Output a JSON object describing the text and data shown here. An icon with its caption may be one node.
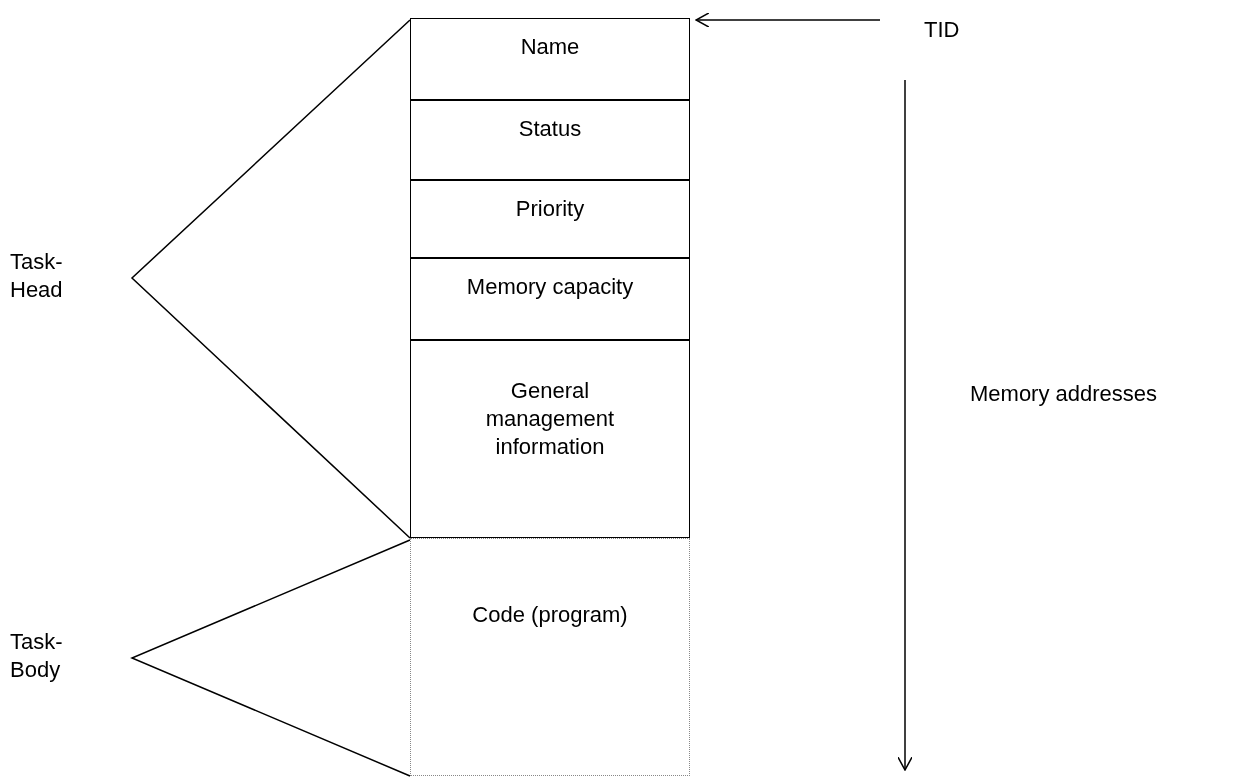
{
  "diagram": {
    "nodes": [
      {
        "text": [
          "Name"
        ]
      },
      {
        "text": [
          "Status"
        ]
      },
      {
        "text": [
          "Priority"
        ]
      },
      {
        "text": [
          "Memory capacity"
        ]
      },
      {
        "text": [
          "General management information"
        ]
      },
      {
        "text": [
          "Code (program)"
        ]
      },
      {
        "text": [
          "TID"
        ]
      }
    ],
    "edges": [
      {
        "from": 6,
        "to": 0,
        "arrow": "to"
      }
    ],
    "labels": [
      "Task-Head",
      "Task-Body",
      "Memory addresses"
    ]
  }
}
